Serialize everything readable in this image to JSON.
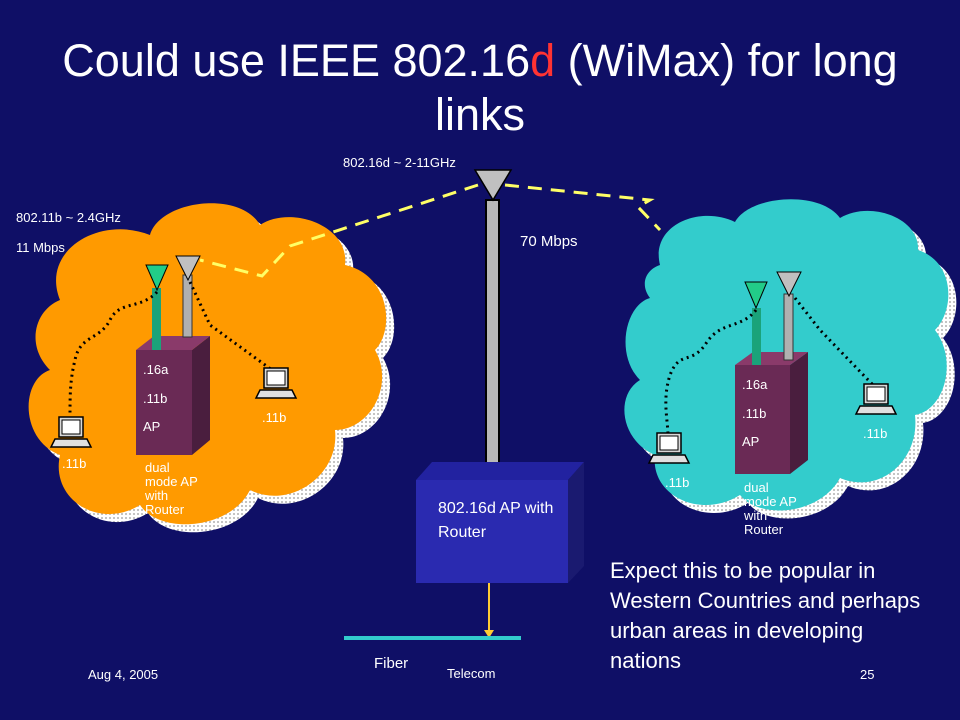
{
  "title": {
    "part1": "Could use IEEE 802.16",
    "highlight": "d",
    "part2": " (WiMax) for long links"
  },
  "left_network": {
    "freq": "802.11b ~ 2.4GHz",
    "rate": "11 Mbps",
    "ap_labels": [
      ".16a",
      ".11b",
      "AP"
    ],
    "device_label": "dual mode AP with Router",
    "laptop_left": ".11b",
    "laptop_right": ".11b"
  },
  "center": {
    "freq": "802.16d ~ 2-11GHz",
    "rate": "70 Mbps",
    "ap_box": "802.16d AP with Router",
    "fiber": "Fiber",
    "telecom": "Telecom"
  },
  "right_network": {
    "ap_labels": [
      ".16a",
      ".11b",
      "AP"
    ],
    "device_label": "dual mode AP with Router",
    "laptop_left": ".11b",
    "laptop_right": ".11b"
  },
  "note": "Expect this to be popular in Western Countries and perhaps urban areas in developing nations",
  "footer": {
    "date": "Aug 4, 2005",
    "page": "25"
  },
  "colors": {
    "background": "#0f0f66",
    "left_cloud": "#ff9a00",
    "right_cloud": "#33cccc",
    "ap_box": "#2a2ab0",
    "highlight": "#ff3333",
    "link": "#ffff66"
  }
}
